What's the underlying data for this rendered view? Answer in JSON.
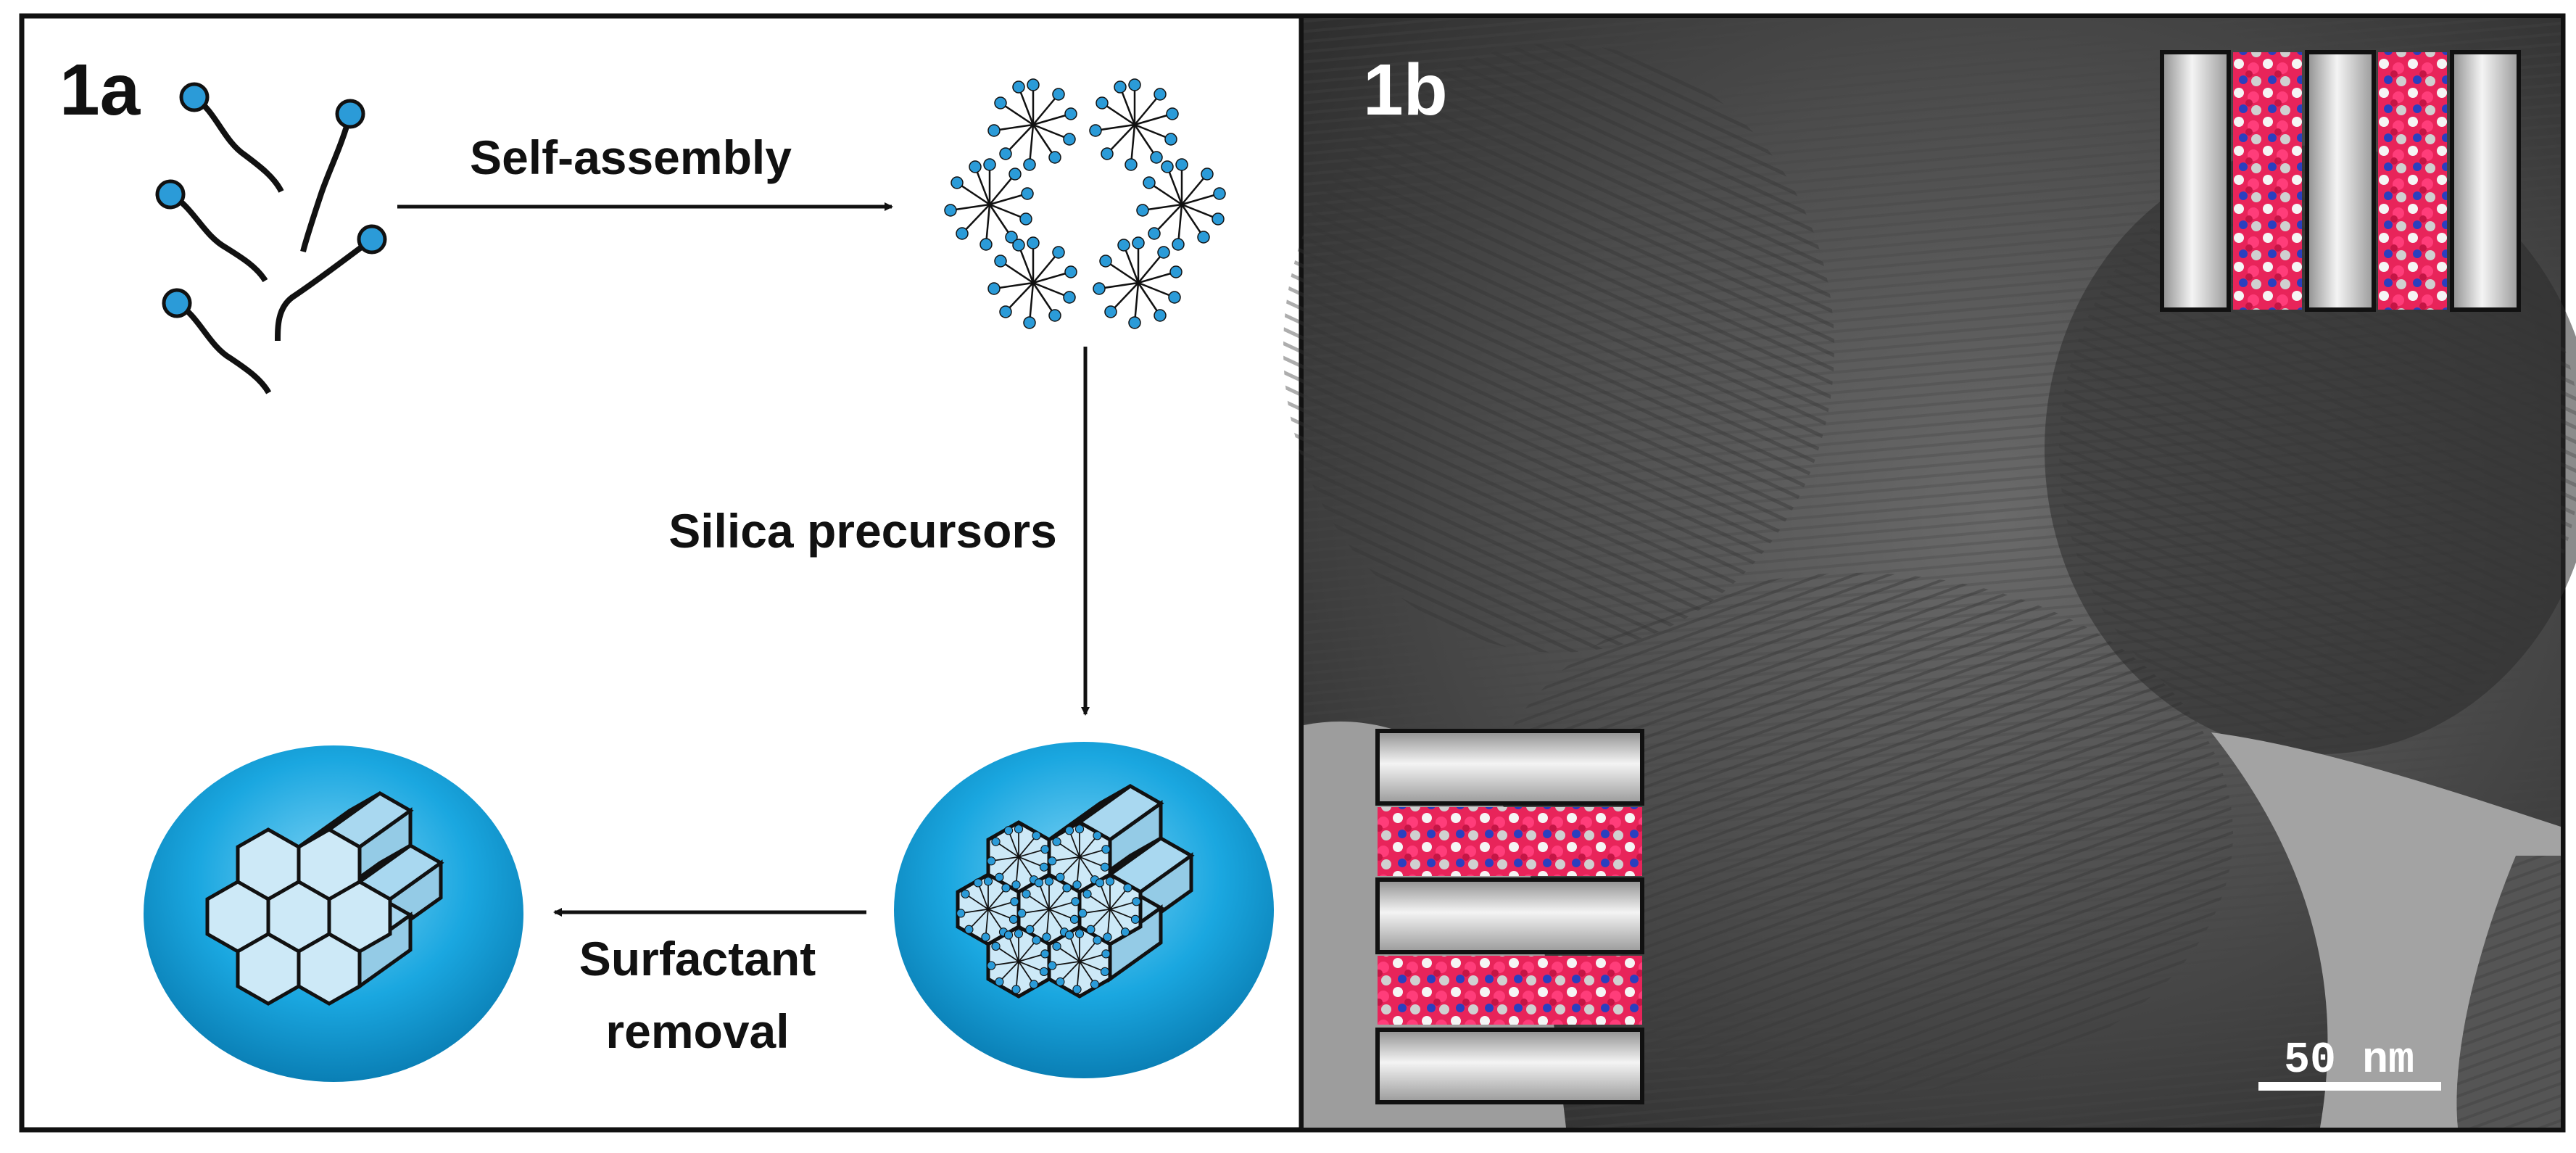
{
  "panel_a": {
    "label": "1a",
    "arrow_1": "Self-assembly",
    "arrow_2": "Silica precursors",
    "arrow_3_line1": "Surfactant",
    "arrow_3_line2": "removal"
  },
  "panel_b": {
    "label": "1b",
    "scale_bar": "50 nm"
  },
  "colors": {
    "surfactant_head": "#2b9bd8",
    "sphere_blue": "#1aa7e0",
    "channel_fill": "#cde9f7",
    "molecule_red": "#e8245a",
    "tem_background": "#575757"
  },
  "icons": [
    "surfactant-molecule-icon",
    "micelle-icon",
    "hexagonal-channel-icon",
    "molecular-filling-icon"
  ]
}
